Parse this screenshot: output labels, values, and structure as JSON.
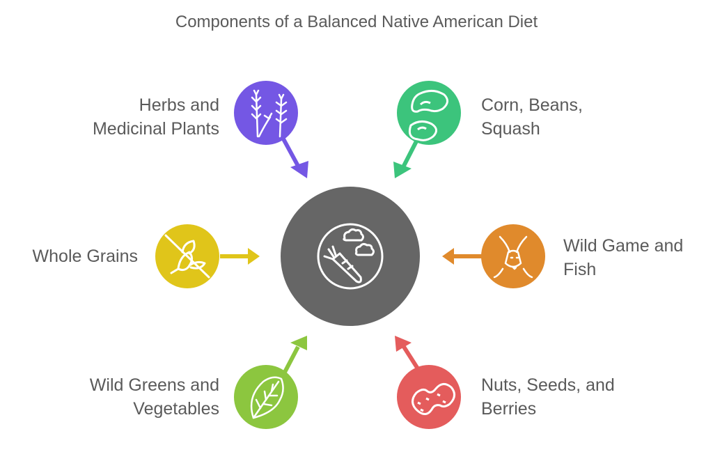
{
  "title": "Components of a Balanced Native American Diet",
  "center": {
    "icon": "vegetables-plate-icon",
    "color": "#666666"
  },
  "nodes": [
    {
      "id": "herbs",
      "line1": "Herbs and",
      "line2": "Medicinal Plants",
      "color": "#7457e4",
      "icon": "herbs-icon"
    },
    {
      "id": "corn",
      "line1": "Corn, Beans,",
      "line2": "Squash",
      "color": "#3cc47c",
      "icon": "beans-icon"
    },
    {
      "id": "game",
      "line1": "Wild Game and",
      "line2": "Fish",
      "color": "#e08a2c",
      "icon": "deer-icon"
    },
    {
      "id": "nuts",
      "line1": "Nuts, Seeds, and",
      "line2": "Berries",
      "color": "#e45c5c",
      "icon": "peanut-icon"
    },
    {
      "id": "greens",
      "line1": "Wild Greens and",
      "line2": "Vegetables",
      "color": "#8cc63f",
      "icon": "leaf-icon"
    },
    {
      "id": "grains",
      "line1": "Whole Grains",
      "line2": "",
      "color": "#e0c51a",
      "icon": "no-grain-icon"
    }
  ]
}
